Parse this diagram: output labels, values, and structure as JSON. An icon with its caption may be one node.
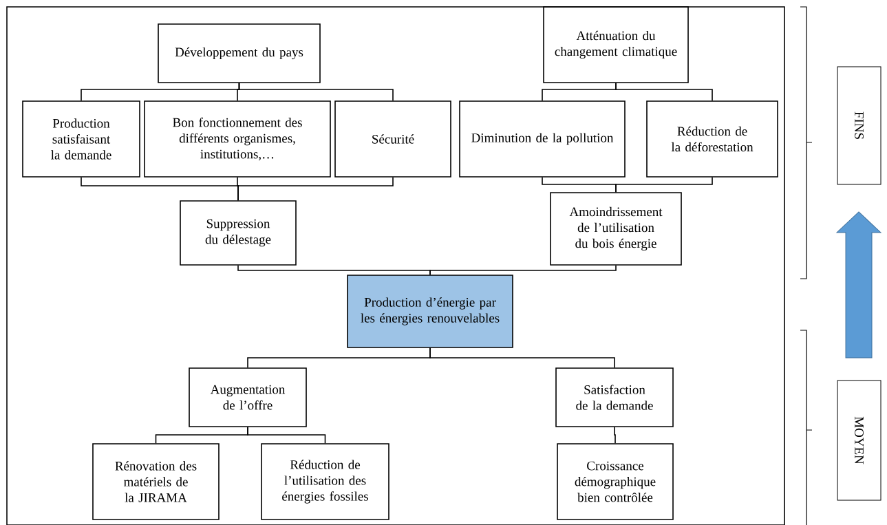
{
  "diagram": {
    "nodes": [
      {
        "text": [
          "Développement du pays"
        ]
      },
      {
        "text": [
          "Atténuation du changement climatique"
        ]
      },
      {
        "text": [
          "Production satisfaisant la demande"
        ]
      },
      {
        "text": [
          "Bon fonctionnement  des différents organismes, institutions,…"
        ]
      },
      {
        "text": [
          "Sécurité"
        ]
      },
      {
        "text": [
          "Diminution de la pollution"
        ]
      },
      {
        "text": [
          "Réduction de la déforestation"
        ]
      },
      {
        "text": [
          "Suppression du délestage"
        ]
      },
      {
        "text": [
          "Amoindrissement de l’utilisation du bois énergie"
        ]
      },
      {
        "text": [
          "Production d’énergie par les énergies renouvelables"
        ]
      },
      {
        "text": [
          "Augmentation de l’offre"
        ]
      },
      {
        "text": [
          "Satisfaction de la demande"
        ]
      },
      {
        "text": [
          "Rénovation des matériels de la JIRAMA"
        ]
      },
      {
        "text": [
          "Réduction de l’utilisation des énergies fossiles"
        ]
      },
      {
        "text": [
          "Croissance démographique bien contrôlée"
        ]
      },
      {
        "text": [
          "FINS"
        ]
      },
      {
        "text": [
          "MOYEN"
        ]
      }
    ],
    "edges": [
      {
        "from": 0,
        "to": 2,
        "arrow": "none"
      },
      {
        "from": 0,
        "to": 3,
        "arrow": "none"
      },
      {
        "from": 0,
        "to": 4,
        "arrow": "none"
      },
      {
        "from": 1,
        "to": 5,
        "arrow": "none"
      },
      {
        "from": 1,
        "to": 6,
        "arrow": "none"
      },
      {
        "from": 2,
        "to": 7,
        "arrow": "none"
      },
      {
        "from": 3,
        "to": 7,
        "arrow": "none"
      },
      {
        "from": 4,
        "to": 7,
        "arrow": "none"
      },
      {
        "from": 5,
        "to": 8,
        "arrow": "none"
      },
      {
        "from": 6,
        "to": 8,
        "arrow": "none"
      },
      {
        "from": 7,
        "to": 9,
        "arrow": "none"
      },
      {
        "from": 8,
        "to": 9,
        "arrow": "none"
      },
      {
        "from": 9,
        "to": 10,
        "arrow": "none"
      },
      {
        "from": 9,
        "to": 11,
        "arrow": "none"
      },
      {
        "from": 10,
        "to": 12,
        "arrow": "none"
      },
      {
        "from": 10,
        "to": 13,
        "arrow": "none"
      },
      {
        "from": 11,
        "to": 14,
        "arrow": "none"
      }
    ]
  }
}
